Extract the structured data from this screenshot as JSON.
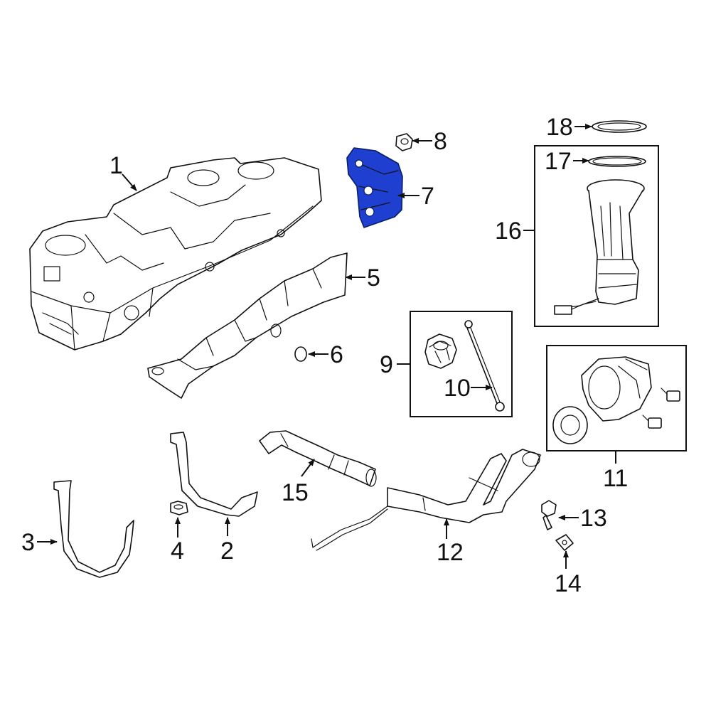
{
  "colors": {
    "highlight": "#1e3fd0",
    "line": "#111111",
    "background": "#ffffff"
  },
  "highlighted_part": "7",
  "labels": {
    "p1": "1",
    "p2": "2",
    "p3": "3",
    "p4": "4",
    "p5": "5",
    "p6": "6",
    "p7": "7",
    "p8": "8",
    "p9": "9",
    "p10": "10",
    "p11": "11",
    "p12": "12",
    "p13": "13",
    "p14": "14",
    "p15": "15",
    "p16": "16",
    "p17": "17",
    "p18": "18"
  }
}
